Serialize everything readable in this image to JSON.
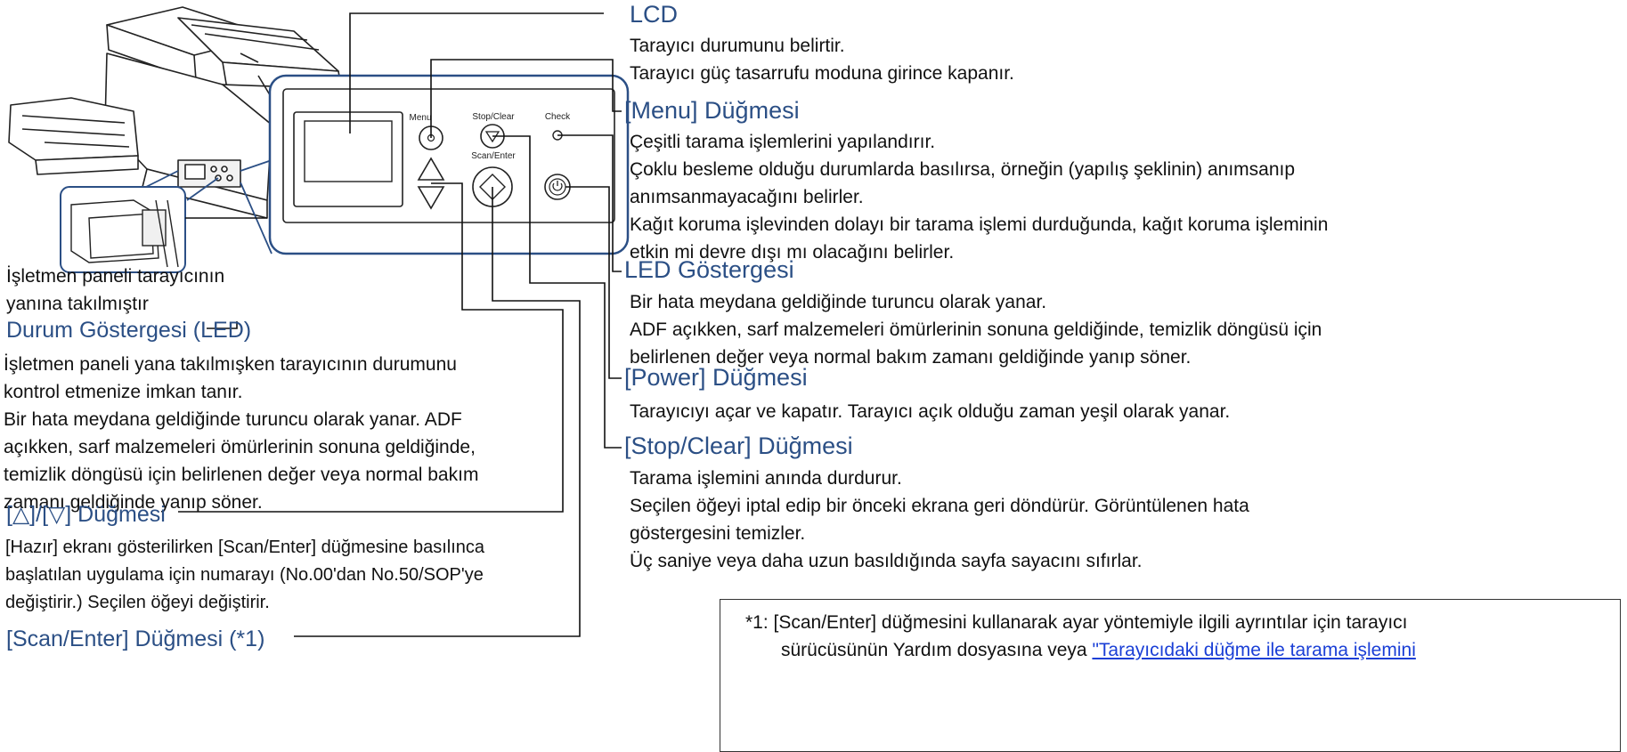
{
  "panel": {
    "menu_label": "Menu",
    "stop_clear_label": "Stop/Clear",
    "check_label": "Check",
    "scan_enter_label": "Scan/Enter"
  },
  "left": {
    "mounted_caption": [
      "İşletmen paneli tarayıcının",
      "yanına takılmıştır"
    ],
    "status_led": {
      "title": "Durum Göstergesi (LED)",
      "lines": [
        "İşletmen paneli yana takılmışken tarayıcının durumunu",
        "kontrol etmenize imkan tanır.",
        "Bir hata meydana geldiğinde turuncu olarak yanar. ADF",
        "açıkken, sarf malzemeleri ömürlerinin sonuna geldiğinde,",
        "temizlik döngüsü için belirlenen değer veya normal bakım",
        "zamanı geldiğinde yanıp söner."
      ]
    },
    "arrow_buttons": {
      "title": "[△]/[▽] Düğmesi",
      "lines": [
        "[Hazır] ekranı gösterilirken [Scan/Enter] düğmesine basılınca",
        "başlatılan uygulama için numarayı (No.00'dan No.50/SOP'ye",
        "değiştirir.) Seçilen öğeyi değiştirir."
      ]
    },
    "scan_enter": {
      "title": "[Scan/Enter] Düğmesi (*1)"
    }
  },
  "right": {
    "lcd": {
      "title": "LCD",
      "lines": [
        "Tarayıcı durumunu belirtir.",
        "Tarayıcı güç tasarrufu moduna girince kapanır."
      ]
    },
    "menu": {
      "title": "[Menu] Düğmesi",
      "lines": [
        "Çeşitli tarama işlemlerini yapılandırır.",
        "Çoklu besleme olduğu durumlarda basılırsa, örneğin (yapılış şeklinin) anımsanıp",
        "anımsanmayacağını belirler.",
        "Kağıt koruma işlevinden dolayı bir tarama işlemi durduğunda, kağıt koruma işleminin",
        "etkin mi devre dışı mı olacağını belirler."
      ]
    },
    "led": {
      "title": "LED Göstergesi",
      "lines": [
        "Bir hata meydana geldiğinde turuncu olarak yanar.",
        "ADF açıkken, sarf malzemeleri ömürlerinin sonuna geldiğinde, temizlik döngüsü için",
        "belirlenen değer veya normal bakım zamanı geldiğinde yanıp söner."
      ]
    },
    "power": {
      "title": "[Power] Düğmesi",
      "lines": [
        "Tarayıcıyı açar ve kapatır. Tarayıcı açık olduğu zaman yeşil olarak yanar."
      ]
    },
    "stop_clear": {
      "title": "[Stop/Clear] Düğmesi",
      "lines": [
        "Tarama işlemini anında durdurur.",
        "Seçilen öğeyi iptal edip bir önceki ekrana geri döndürür. Görüntülenen hata",
        "göstergesini temizler.",
        "Üç saniye veya daha uzun basıldığında sayfa sayacını sıfırlar."
      ]
    }
  },
  "footnote": {
    "text": "*1: [Scan/Enter] düğmesini kullanarak ayar yöntemiyle ilgili ayrıntılar için tarayıcı",
    "text2_prefix": "sürücüsünün Yardım dosyasına veya ",
    "link": "\"Tarayıcıdaki düğme ile tarama işlemini"
  }
}
